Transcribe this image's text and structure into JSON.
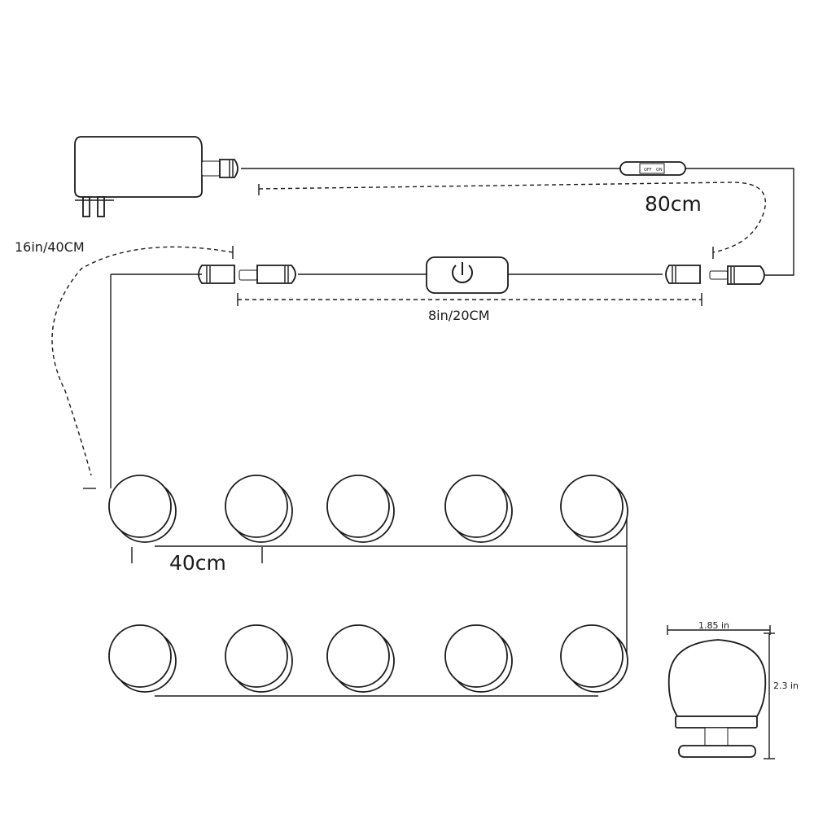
{
  "labels": {
    "main_cable": "80cm",
    "left_cable": "16in/40CM",
    "switch_cable": "8in/20CM",
    "bulb_spacing": "40cm",
    "bulb_width": "1.85 in",
    "bulb_height": "2.3 in",
    "inline_switch_off": "OFF",
    "inline_switch_on": "ON"
  },
  "bulbs": {
    "rows": 2,
    "per_row": 5
  },
  "icons": {
    "adapter": "power-adapter-icon",
    "plug": "dc-plug-icon",
    "socket": "dc-socket-icon",
    "switch": "touch-dimmer-switch-icon",
    "bulb": "bulb-icon"
  }
}
